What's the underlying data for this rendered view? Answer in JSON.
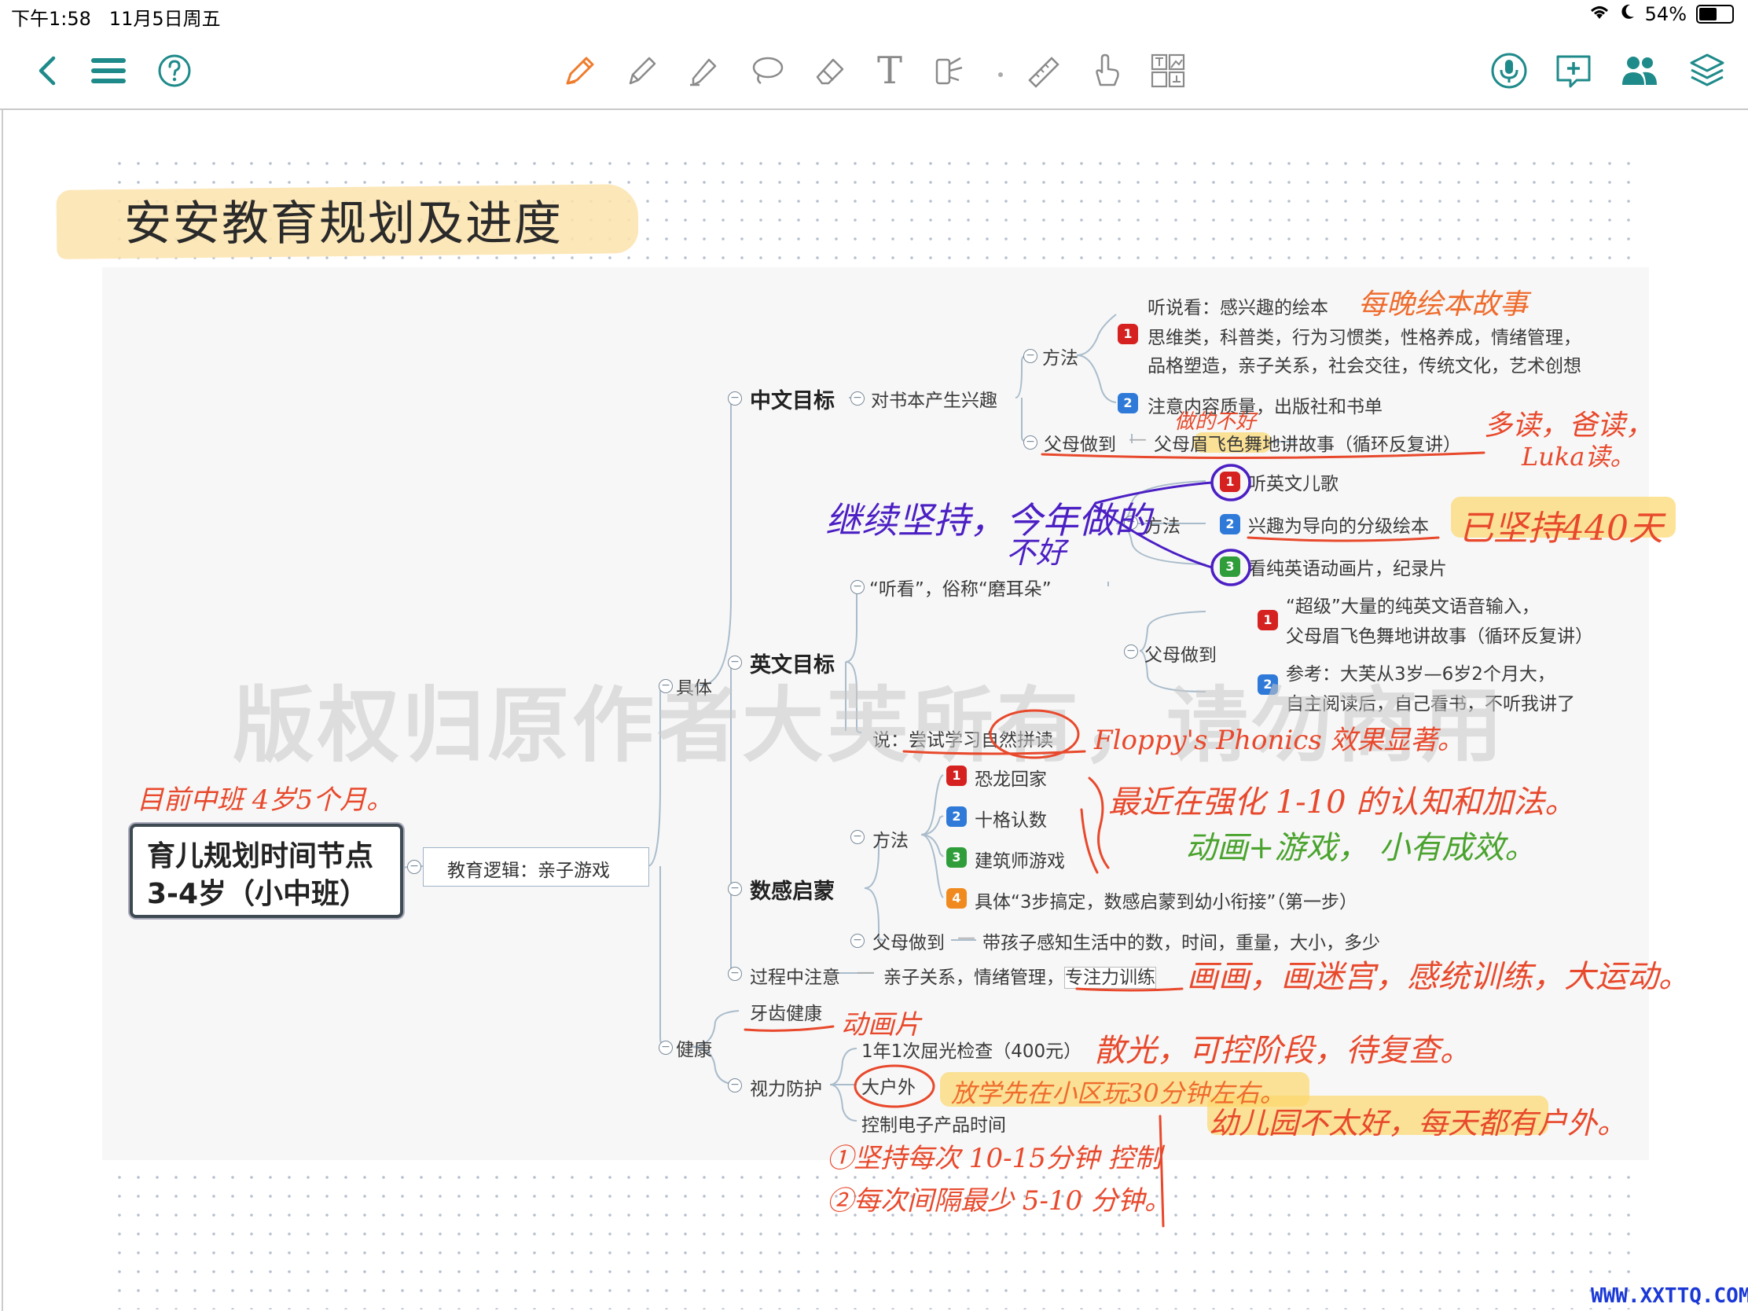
{
  "status": {
    "time": "下午1:58",
    "date": "11月5日周五",
    "battery": "54%",
    "battery_level": 0.54
  },
  "toolbar": {
    "left_icons": [
      "back-chevron-icon",
      "menu-icon",
      "help-icon"
    ],
    "center_icons": [
      "favorite-pen-icon",
      "pencil-icon",
      "highlighter-icon",
      "lasso-icon",
      "eraser-icon",
      "text-icon",
      "shape-icon",
      "ruler-icon",
      "hand-icon",
      "layout-icon"
    ],
    "right_icons": [
      "microphone-icon",
      "add-page-icon",
      "collaborate-icon",
      "layers-icon"
    ],
    "text_glyph": "T",
    "accent": "#1f8a8a",
    "active": "#f07b2c"
  },
  "page": {
    "title": "安安教育规划及进度",
    "watermark": "版权归原作者大芙所有，请勿商用",
    "site": "WWW.XXTTQ.COM"
  },
  "mindmap": {
    "root_line1": "育儿规划时间节点",
    "root_line2": "3-4岁（小中班）",
    "edu": "教育逻辑：亲子游戏",
    "juti": "具体",
    "jiankang": "健康",
    "zhongwen": "中文目标",
    "zw_interest": "对书本产生兴趣",
    "zw_method": "方法",
    "zw_listen": "听说看：感兴趣的绘本",
    "zw_m1a": "思维类，科普类，行为习惯类，性格养成，情绪管理，",
    "zw_m1b": "品格塑造，亲子关系，社会交往，传统文化，艺术创想",
    "zw_m2": "注意内容质量，出版社和书单",
    "zw_parent": "父母做到",
    "zw_parent_v": "父母眉飞色舞地讲故事（循环反复讲）",
    "yingwen": "英文目标",
    "yw_listen": "“听看”，俗称“磨耳朵”",
    "yw_method": "方法",
    "yw_m1": "听英文儿歌",
    "yw_m2": "兴趣为导向的分级绘本",
    "yw_m3": "看纯英语动画片，纪录片",
    "yw_parent": "父母做到",
    "yw_p1a": "“超级”大量的纯英文语音输入，",
    "yw_p1b": "父母眉飞色舞地讲故事（循环反复讲）",
    "yw_p2a": "参考：大芙从3岁—6岁2个月大，",
    "yw_p2b": "自主阅读后，自己看书，不听我讲了",
    "yw_say": "说：尝试学习自然拼读",
    "shugan": "数感启蒙",
    "sg_method": "方法",
    "sg_m1": "恐龙回家",
    "sg_m2": "十格认数",
    "sg_m3": "建筑师游戏",
    "sg_m4": "具体“3步搞定，数感启蒙到幼小衔接”（第一步）",
    "sg_parent": "父母做到",
    "sg_parent_v": "带孩子感知生活中的数，时间，重量，大小，多少",
    "guocheng": "过程中注意",
    "gc_v1": "亲子关系，情绪管理，",
    "gc_v2": "专注力训练",
    "yachi": "牙齿健康",
    "shili": "视力防护",
    "sl_1": "1年1次屈光检查（400元）",
    "sl_2": "大户外",
    "sl_3": "控制电子产品时间",
    "markers": [
      "1",
      "2",
      "3",
      "4"
    ]
  },
  "handwriting": {
    "h1": "每晚绘本故事",
    "h2": "做的不好",
    "h3": "多读，爸读，",
    "h4": "Luka读。",
    "h5": "继续坚持，今年做的",
    "h6": "不好",
    "h7": "已坚持440天",
    "h8": "Floppy's Phonics 效果显著。",
    "h9": "目前中班 4岁5个月。",
    "h10": "最近在强化 1-10 的认知和加法。",
    "h11": "动画+游戏， 小有成效。",
    "h12": "画画，画迷宫，感统训练，大运动。",
    "h13": "动画片",
    "h14": "散光，可控阶段，待复查。",
    "h15": "放学先在小区玩30分钟左右。",
    "h16": "幼儿园不太好，每天都有户外。",
    "h17": "①坚持每次 10-15分钟 控制",
    "h18": "②每次间隔最少 5-10 分钟。"
  }
}
